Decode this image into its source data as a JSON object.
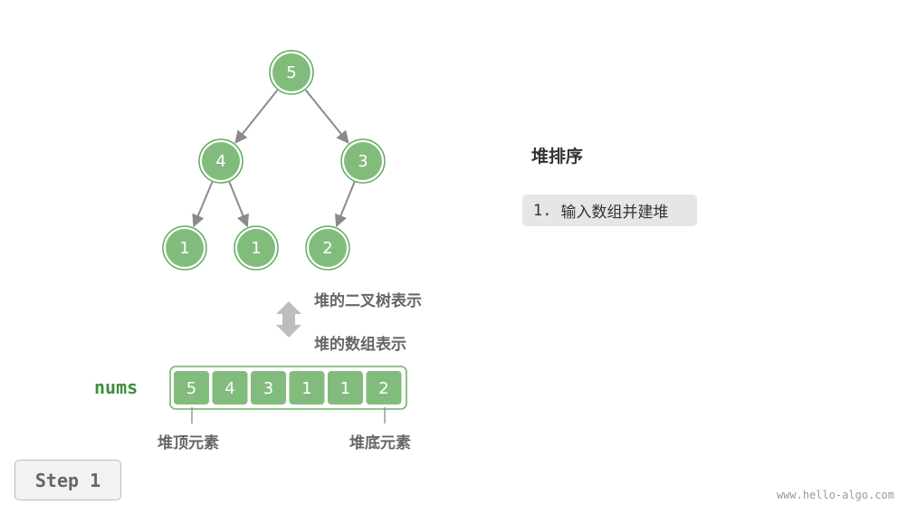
{
  "tree": {
    "nodes": [
      {
        "value": "5"
      },
      {
        "value": "4"
      },
      {
        "value": "3"
      },
      {
        "value": "1"
      },
      {
        "value": "1"
      },
      {
        "value": "2"
      }
    ],
    "edges": [
      [
        0,
        1
      ],
      [
        0,
        2
      ],
      [
        1,
        3
      ],
      [
        1,
        4
      ],
      [
        2,
        5
      ]
    ]
  },
  "array": {
    "label": "nums",
    "values": [
      "5",
      "4",
      "3",
      "1",
      "1",
      "2"
    ],
    "top_label": "堆顶元素",
    "bottom_label": "堆底元素"
  },
  "representations": {
    "tree_text": "堆的二叉树表示",
    "array_text": "堆的数组表示"
  },
  "panel": {
    "title": "堆排序",
    "steps": [
      {
        "num": "1.",
        "text": "输入数组并建堆"
      }
    ]
  },
  "controls": {
    "step_label": "Step 1"
  },
  "footer": {
    "watermark": "www.hello-algo.com"
  },
  "colors": {
    "node_fill": "#82bc7d",
    "node_ring": "#5cab5a",
    "edge": "#8a8a8a",
    "text_white": "#ffffff"
  }
}
